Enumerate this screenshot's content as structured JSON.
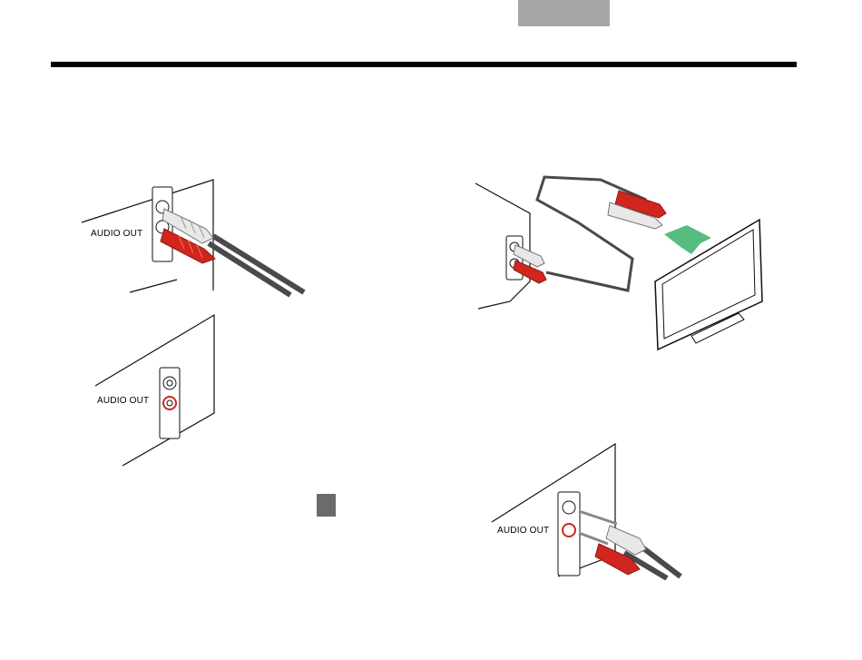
{
  "figures": {
    "fig1": {
      "label": "AUDIO OUT"
    },
    "fig2": {
      "label": "AUDIO OUT"
    },
    "fig4": {
      "label": "AUDIO OUT"
    }
  },
  "icons": {
    "fig3": "tv-monitor-icon",
    "arrow": "green-arrow-icon"
  },
  "colors": {
    "tab": "#a6a6a6",
    "rule": "#000000",
    "plug_red": "#d0261e",
    "plug_white": "#e8e8e8",
    "cable": "#4a4a4a",
    "arrow_green": "#38b06a",
    "marker": "#6b6b6b"
  }
}
